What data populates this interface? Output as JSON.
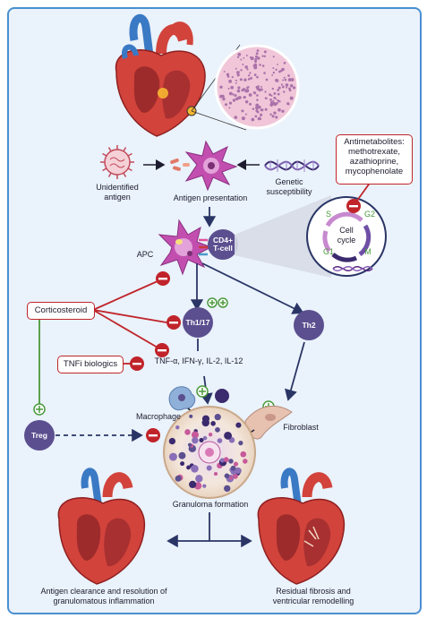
{
  "labels": {
    "unidentified_antigen": "Unidentified antigen",
    "antigen_presentation": "Antigen presentation",
    "genetic_susceptibility": "Genetic susceptibility",
    "apc": "APC",
    "cd4_tcell": "CD4+ T-cell",
    "cell_cycle": "Cell cycle",
    "phase_s": "S",
    "phase_g2": "G2",
    "phase_g1": "G1",
    "phase_m": "M",
    "th1_17": "Th1/17",
    "th2": "Th2",
    "cytokines": "TNF-α, IFN-γ, IL-2, IL-12",
    "treg": "Treg",
    "macrophage": "Macrophage",
    "fibroblast": "Fibroblast",
    "granuloma_formation": "Granuloma formation",
    "outcome_left": "Antigen clearance and resolution of granulomatous inflammation",
    "outcome_right": "Residual fibrosis and ventricular remodelling"
  },
  "drugs": {
    "antimetabolites": "Antimetabolites: methotrexate, azathioprine, mycophenolate",
    "corticosteroid": "Corticosteroid",
    "tnfi": "TNFi biologics"
  },
  "colors": {
    "frame_border": "#4a8fd0",
    "background": "#eaf2fb",
    "inhibit_red": "#c0242a",
    "stimulate_green": "#4a9a3c",
    "arrow_navy": "#2a3566",
    "tcell_purple": "#5b4f8f",
    "apc_magenta": "#c24fb0",
    "heart_red": "#d2433c",
    "vessel_blue": "#3a79c4"
  }
}
